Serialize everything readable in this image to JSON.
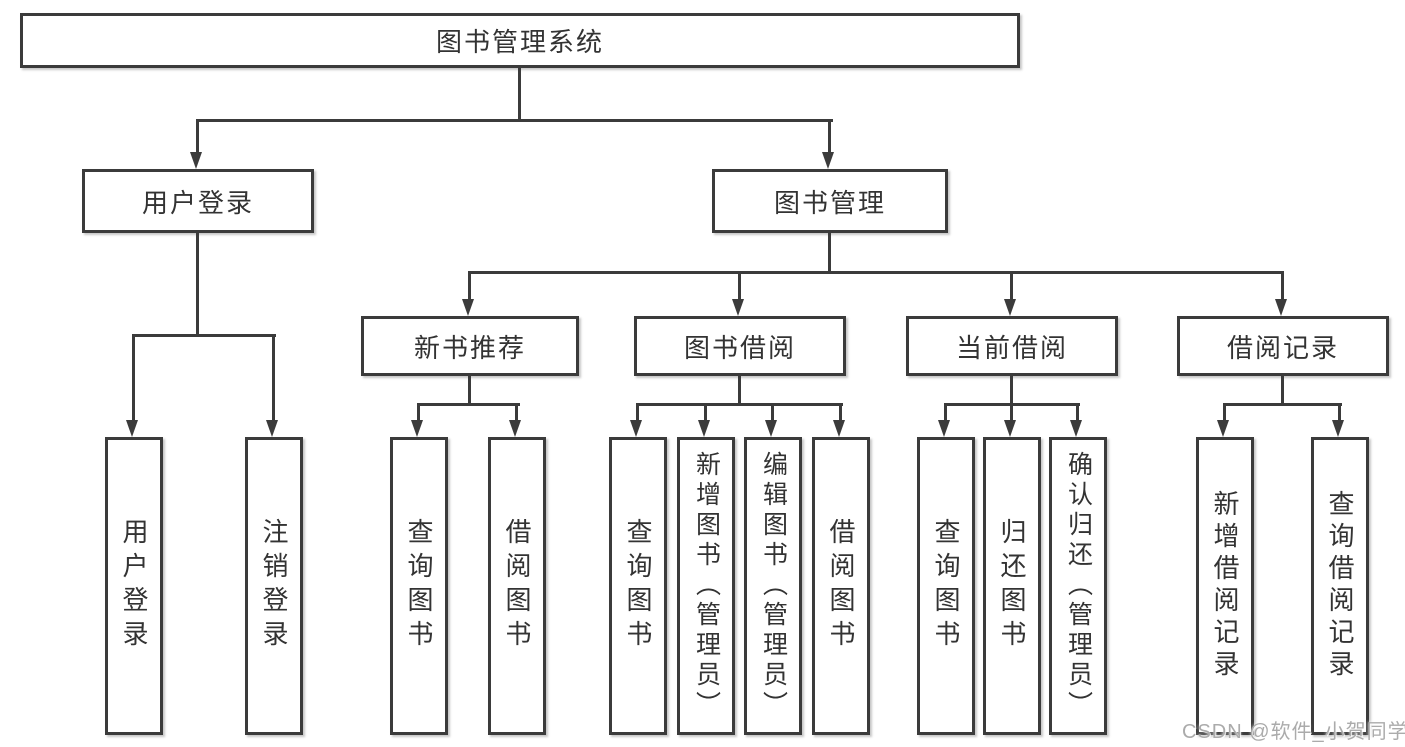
{
  "diagram": {
    "title": "图书管理系统",
    "branches": [
      {
        "label": "用户登录",
        "leaves": [
          "用户登录",
          "注销登录"
        ]
      },
      {
        "label": "图书管理",
        "groups": [
          {
            "label": "新书推荐",
            "leaves": [
              "查询图书",
              "借阅图书"
            ]
          },
          {
            "label": "图书借阅",
            "leaves": [
              "查询图书",
              "新增图书（管理员）",
              "编辑图书（管理员）",
              "借阅图书"
            ]
          },
          {
            "label": "当前借阅",
            "leaves": [
              "查询图书",
              "归还图书",
              "确认归还（管理员）"
            ]
          },
          {
            "label": "借阅记录",
            "leaves": [
              "新增借阅记录",
              "查询借阅记录"
            ]
          }
        ]
      }
    ]
  },
  "watermark": {
    "text": "CSDN @软件_小贺同学"
  },
  "colors": {
    "line": "#3b3b3b",
    "text": "#333333",
    "watermark": "#ababab",
    "background": "#ffffff"
  }
}
